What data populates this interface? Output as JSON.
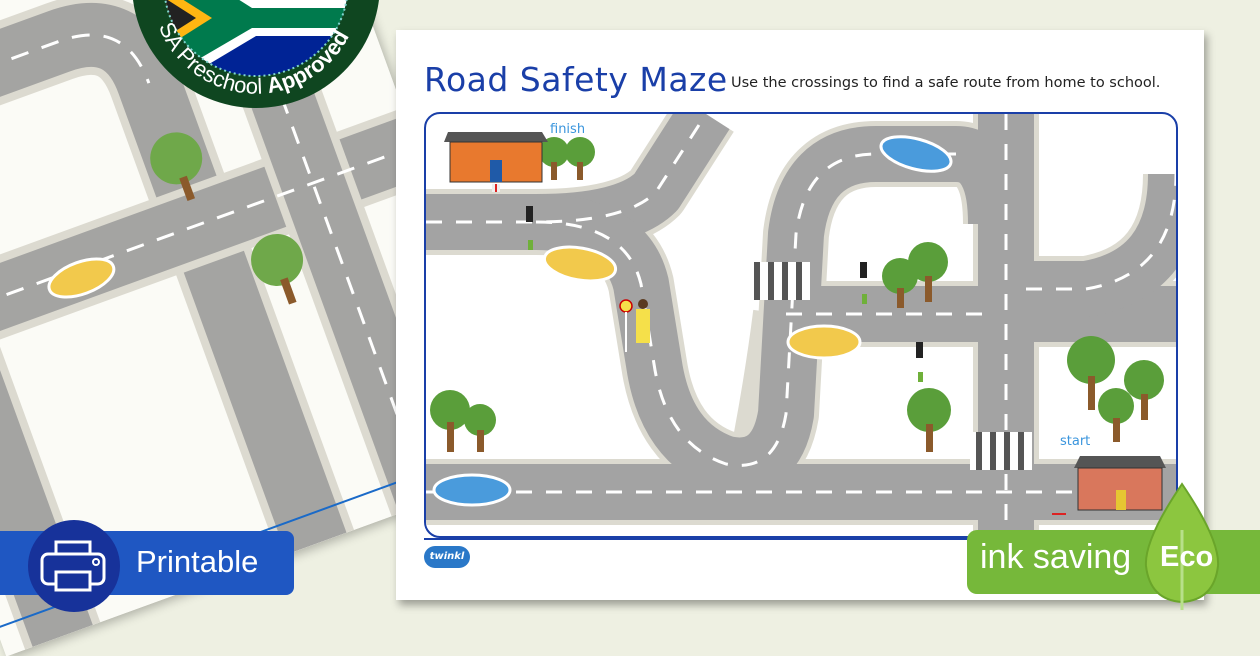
{
  "worksheet": {
    "title": "Road Safety Maze",
    "instruction": "Use the crossings to find a safe route from home to school.",
    "labels": {
      "finish": "finish",
      "start": "start"
    },
    "logo": "twinkl"
  },
  "badges": {
    "printable": {
      "label": "Printable",
      "icon": "printer-icon",
      "color": "#1f57c2"
    },
    "eco": {
      "label": "ink saving",
      "tag": "Eco",
      "icon": "leaf-icon",
      "color": "#76b83a"
    },
    "approval": {
      "label_regular": "SA Preschool",
      "label_bold": "Approved",
      "icon": "south-africa-flag-icon",
      "color": "#0f4620"
    }
  },
  "colors": {
    "title_blue": "#1a3fa8",
    "road_gray": "#9e9e9e",
    "pavement": "#dcdad0",
    "background": "#eef0e2"
  }
}
